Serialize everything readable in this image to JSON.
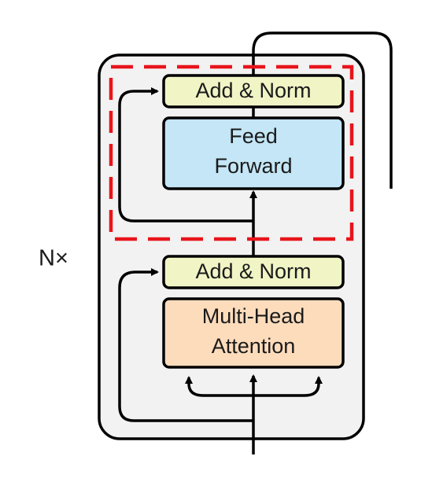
{
  "labels": {
    "repeat": "N×",
    "top_add_norm": "Add & Norm",
    "feed_forward_line1": "Feed",
    "feed_forward_line2": "Forward",
    "bottom_add_norm": "Add & Norm",
    "attention_line1": "Multi-Head",
    "attention_line2": "Attention"
  },
  "colors": {
    "block_background": "#f2f2f2",
    "add_norm_fill": "#f1f4c5",
    "feed_forward_fill": "#c4e6f6",
    "attention_fill": "#fddcbc",
    "highlight_dash": "#e8141b",
    "stroke": "#000000"
  }
}
